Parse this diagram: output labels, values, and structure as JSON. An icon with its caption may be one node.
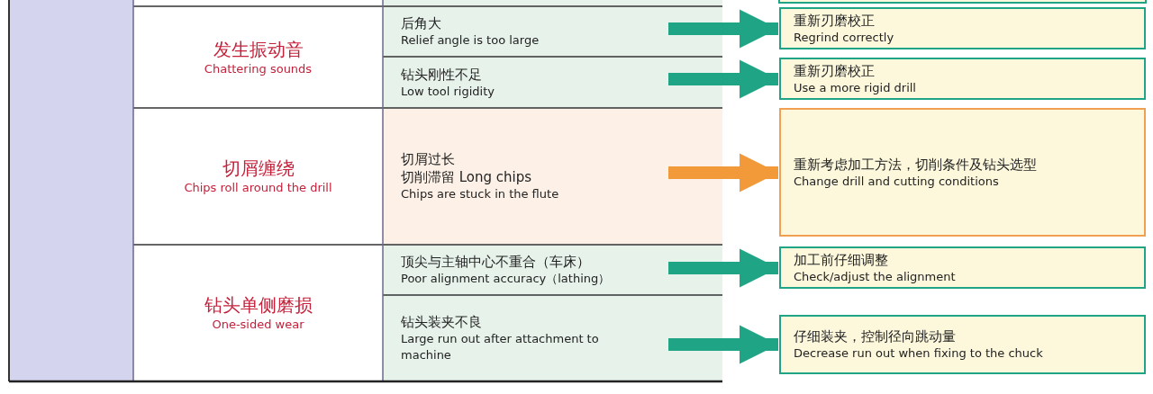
{
  "diagram": {
    "nodes": [
      {
        "text": [],
        "shape": "bar"
      },
      {
        "text": [
          "发生振动音",
          "Chattering sounds"
        ]
      },
      {
        "text": [
          "后角大",
          "Relief angle is too large"
        ]
      },
      {
        "text": [
          "钻头刚性不足",
          "Low tool rigidity"
        ]
      },
      {
        "text": [
          "切屑缠绕",
          "Chips roll around the drill"
        ]
      },
      {
        "text": [
          "切屑过长",
          "切削滞留 Long chips",
          "Chips are stuck in the flute"
        ]
      },
      {
        "text": [
          "钻头单侧磨损",
          "One-sided wear"
        ]
      },
      {
        "text": [
          "顶尖与主轴中心不重合（车床）",
          "Poor alignment accuracy（lathing）"
        ]
      },
      {
        "text": [
          "钻头装夹不良",
          "Large run out after attachment to machine"
        ]
      },
      {
        "text": [
          "重新刃磨校正",
          "Regrind correctly"
        ]
      },
      {
        "text": [
          "重新刃磨校正",
          "Use a more rigid drill"
        ]
      },
      {
        "text": [
          "重新考虑加工方法，切削条件及钻头选型",
          "Change drill and cutting conditions"
        ]
      },
      {
        "text": [
          "加工前仔细调整",
          "Check/adjust the alignment"
        ]
      },
      {
        "text": [
          "仔细装夹，控制径向跳动量",
          "Decrease run out when fixing to the chuck"
        ]
      }
    ],
    "edges": [
      {
        "from": 2,
        "to": 9,
        "arrow": "to"
      },
      {
        "from": 3,
        "to": 10,
        "arrow": "to"
      },
      {
        "from": 5,
        "to": 11,
        "arrow": "to",
        "color": "#f29a3a"
      },
      {
        "from": 7,
        "to": 12,
        "arrow": "to"
      },
      {
        "from": 8,
        "to": 13,
        "arrow": "to"
      }
    ]
  }
}
